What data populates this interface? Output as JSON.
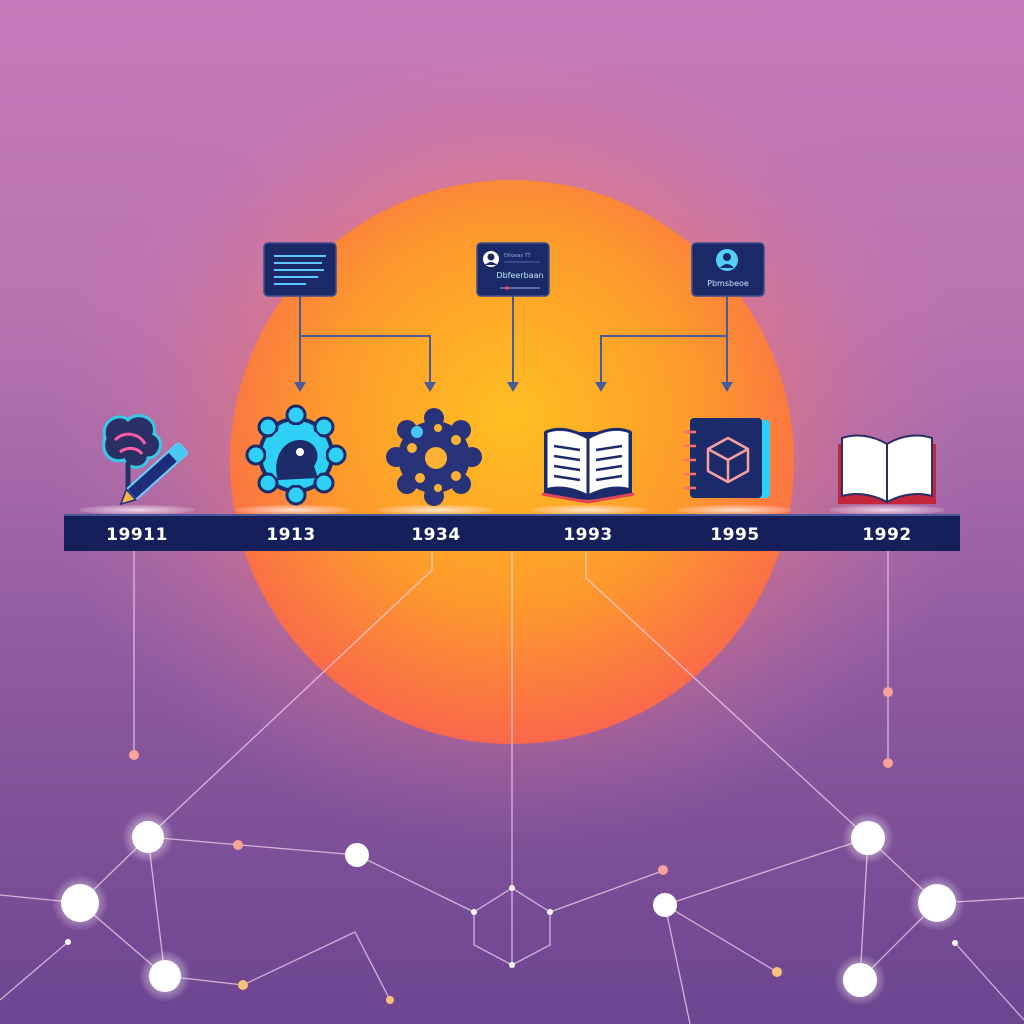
{
  "timeline": {
    "events": [
      {
        "year": "19911",
        "icon": "brain-pencil-icon"
      },
      {
        "year": "1913",
        "icon": "ai-brain-gear-icon"
      },
      {
        "year": "1934",
        "icon": "neural-network-gear-icon"
      },
      {
        "year": "1993",
        "icon": "open-book-icon"
      },
      {
        "year": "1995",
        "icon": "cube-notebook-icon"
      },
      {
        "year": "1992",
        "icon": "red-book-icon"
      }
    ]
  },
  "cards": [
    {
      "label": "",
      "icon": "text-lines-icon"
    },
    {
      "label": "Dbfeerbaan",
      "top_label": "Dtioeas TT",
      "icon": "profile-avatar-icon"
    },
    {
      "label": "Pbmsbeoe",
      "icon": "user-avatar-icon"
    }
  ],
  "colors": {
    "bar": "#15205a",
    "sun_inner": "#ffb423",
    "sun_outer": "#fb6a4f",
    "node": "#ffffff",
    "node_accent": "#f7a39a",
    "icon_cyan": "#35d1ff",
    "icon_navy": "#1c2b6a"
  }
}
